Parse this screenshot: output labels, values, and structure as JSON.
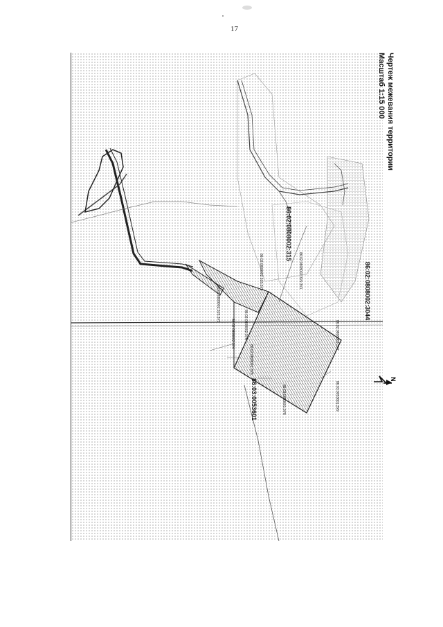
{
  "page_number": "17",
  "title": "Чертеж межевания территории",
  "scale": "Масштаб 1:15 000",
  "north_label": "N",
  "parcels_main": [
    {
      "id": "86:02:0808002:3044"
    },
    {
      "id": "86:02:0808002:315"
    },
    {
      "id": "86:03:0053601"
    }
  ],
  "parcels_small": [
    "86:02:0808002:315:ЗУ1",
    "86:02:0808002:315:ЗУ2",
    "86:02:0808002:315:ЗУ3",
    "86:02:0808002:ЗУ4",
    "86:02:0808002:ЗУ5",
    "86:02:0808002:ЗУ6",
    "86:02:0808002:ЗУ7",
    "86:03:0053601:ЗУ8",
    "86:03:0053601:ЗУ9"
  ],
  "colors": {
    "boundary": "#222222",
    "hatch": "#333333",
    "grid_dots": "#b4b4b4"
  }
}
